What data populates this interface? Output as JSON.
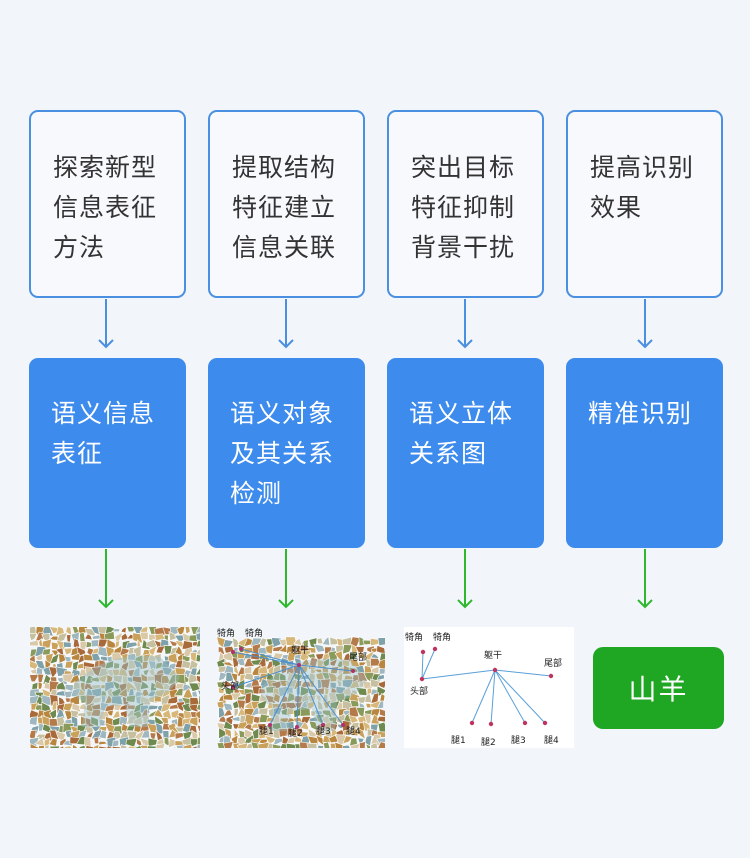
{
  "steps": [
    {
      "goal": "探索新型\n信息表征\n方法",
      "method": "语义信息\n表征"
    },
    {
      "goal": "提取结构\n特征建立\n信息关联",
      "method": "语义对象\n及其关系\n检测"
    },
    {
      "goal": "突出目标\n特征抑制\n背景干扰",
      "method": "语义立体\n关系图"
    },
    {
      "goal": "提高识别\n效果",
      "method": "精准识别"
    }
  ],
  "part_labels": {
    "horn1": "犄角",
    "horn2": "犄角",
    "torso": "躯干",
    "tail": "尾部",
    "head": "头部",
    "leg1": "腿1",
    "leg2": "腿2",
    "leg3": "腿3",
    "leg4": "腿4"
  },
  "result_label": "山羊",
  "colors": {
    "outline": "#4a8fe0",
    "method_fill": "#3d8bec",
    "result_fill": "#1fa723",
    "green_arrow": "#2eb82e"
  }
}
